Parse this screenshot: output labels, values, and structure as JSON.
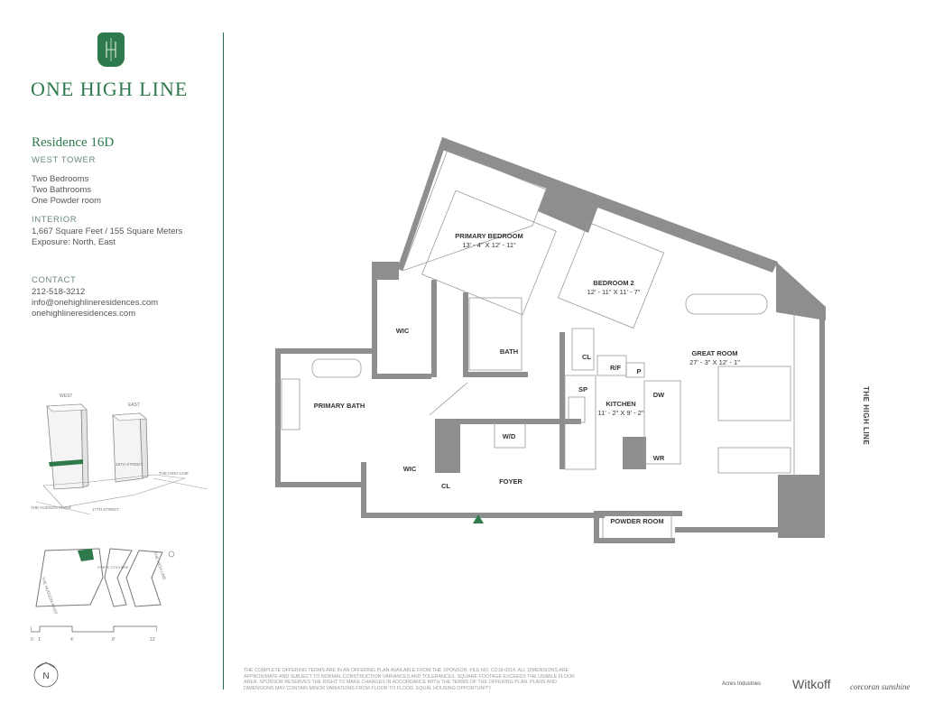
{
  "brand": {
    "logo_mark": "H",
    "name": "ONE HIGH LINE"
  },
  "residence": {
    "title": "Residence 16D",
    "tower": "WEST TOWER",
    "features": [
      "Two Bedrooms",
      "Two Bathrooms",
      "One Powder room"
    ],
    "interior_heading": "INTERIOR",
    "area": "1,667 Square Feet / 155 Square Meters",
    "exposure": "Exposure: North, East"
  },
  "contact": {
    "heading": "CONTACT",
    "phone": "212-518-3212",
    "email": "info@onehighlineresidences.com",
    "website": "onehighlineresidences.com"
  },
  "mini_map": {
    "west": "WEST",
    "east": "EAST",
    "street_18": "18TH STREET",
    "high_line": "THE HIGH LINE",
    "hudson": "THE HUDSON RIVER",
    "street_17": "17TH STREET"
  },
  "site_map": {
    "hudson": "THE HUDSON RIVER",
    "porte": "PORTE COCHERE",
    "high_line": "THE HIGH LINE"
  },
  "scale": {
    "ticks": [
      "0",
      "1'",
      "4'",
      "8'",
      "12'"
    ]
  },
  "compass": {
    "label": "N"
  },
  "rooms": {
    "primary_bedroom": {
      "name": "PRIMARY BEDROOM",
      "dims": "13' - 4\" X 12' - 11\""
    },
    "bedroom_2": {
      "name": "BEDROOM 2",
      "dims": "12' - 11\" X 11' - 7\""
    },
    "great_room": {
      "name": "GREAT ROOM",
      "dims": "27' - 3\" X 12' - 1\""
    },
    "kitchen": {
      "name": "KITCHEN",
      "dims": "11' - 2\" X 9' - 2\""
    },
    "wic_top": "WIC",
    "wic_bottom": "WIC",
    "bath": "BATH",
    "primary_bath": "PRIMARY BATH",
    "cl_top": "CL",
    "cl_bottom": "CL",
    "rf": "R/F",
    "p": "P",
    "sp": "SP",
    "dw": "DW",
    "wr": "WR",
    "wd": "W/D",
    "foyer": "FOYER",
    "powder_room": "POWDER ROOM"
  },
  "high_line_label": "THE HIGH LINE",
  "disclaimer": "THE COMPLETE OFFERING TERMS ARE IN AN OFFERING PLAN AVAILABLE FROM THE SPONSOR. FILE NO. CD18-0314. ALL DIMENSIONS ARE APPROXIMATE AND SUBJECT TO NORMAL CONSTRUCTION VARIANCES AND TOLERANCES. SQUARE FOOTAGE EXCEEDS THE USABLE FLOOR AREA. SPONSOR RESERVES THE RIGHT TO MAKE CHANGES IN ACCORDANCE WITH THE TERMS OF THE OFFERING PLAN. PLANS AND DIMENSIONS MAY CONTAIN MINOR VARIATIONS FROM FLOOR TO FLOOR. EQUAL HOUSING OPPORTUNITY",
  "partners": {
    "acres": "Acres Industries",
    "witkoff": "Witkoff",
    "corcoran": "corcoran sunshine"
  },
  "colors": {
    "brand_green": "#2e7a4c",
    "wall_gray": "#8e8e8e"
  }
}
